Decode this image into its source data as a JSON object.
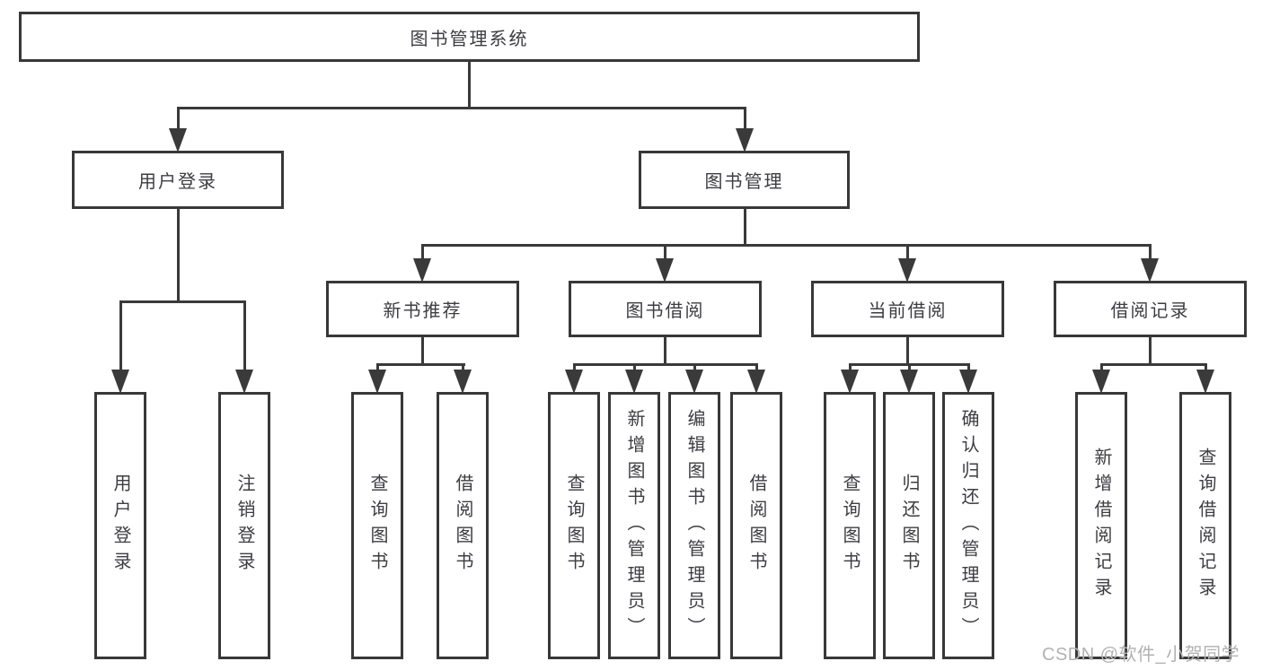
{
  "tree": {
    "root": {
      "label": "图书管理系统"
    },
    "children": [
      {
        "label": "用户登录",
        "children": [
          {
            "label": "用户登录"
          },
          {
            "label": "注销登录"
          }
        ]
      },
      {
        "label": "图书管理",
        "children": [
          {
            "label": "新书推荐",
            "children": [
              {
                "label": "查询图书"
              },
              {
                "label": "借阅图书"
              }
            ]
          },
          {
            "label": "图书借阅",
            "children": [
              {
                "label": "查询图书"
              },
              {
                "label": "新增图书（管理员）"
              },
              {
                "label": "编辑图书（管理员）"
              },
              {
                "label": "借阅图书"
              }
            ]
          },
          {
            "label": "当前借阅",
            "children": [
              {
                "label": "查询图书"
              },
              {
                "label": "归还图书"
              },
              {
                "label": "确认归还（管理员）"
              }
            ]
          },
          {
            "label": "借阅记录",
            "children": [
              {
                "label": "新增借阅记录"
              },
              {
                "label": "查询借阅记录"
              }
            ]
          }
        ]
      }
    ]
  },
  "watermark": {
    "text": "CSDN @软件_小贺同学"
  },
  "colors": {
    "line": "#3a3a3a",
    "box_border": "#383838",
    "text": "#3d3d42",
    "box_background": "#ffffff",
    "watermark": "#b2b2b2"
  }
}
